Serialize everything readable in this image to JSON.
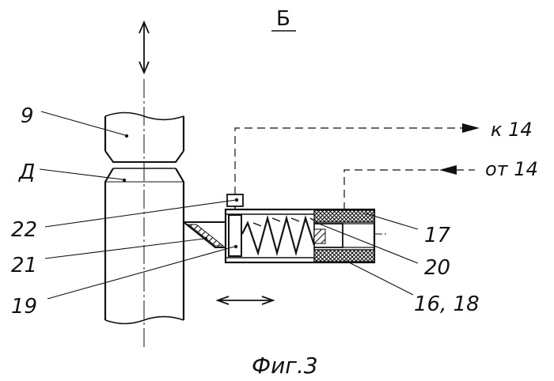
{
  "view_label": "Б",
  "caption": "Фиг.3",
  "arrows": {
    "out_label": "к 14",
    "in_label": "от 14"
  },
  "callouts": {
    "c9": "9",
    "cD": "Д",
    "c22": "22",
    "c21": "21",
    "c19": "19",
    "c17": "17",
    "c20": "20",
    "c16_18": "16, 18"
  },
  "colors": {
    "ink": "#111111",
    "background": "#ffffff"
  }
}
